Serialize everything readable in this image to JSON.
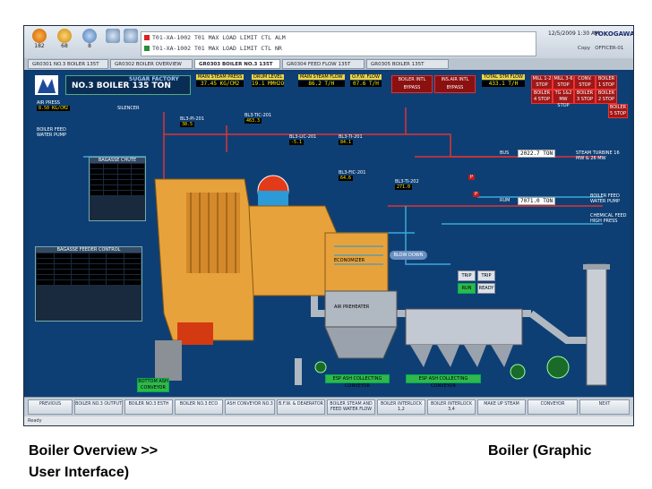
{
  "topbar": {
    "icons": [
      {
        "name": "alarm-lamp-icon",
        "count": "182"
      },
      {
        "name": "system-alarm-icon",
        "count": "68"
      },
      {
        "name": "message-icon",
        "count": "8"
      },
      {
        "name": "operator-guide-icon",
        "count": ""
      },
      {
        "name": "process-icon",
        "count": ""
      }
    ],
    "alarms": [
      "T01-XA-1002   T01 MAX LOAD LIMIT CTL   ALM",
      "T01-XA-1002   T01 MAX LOAD LIMIT CTL   NR"
    ],
    "clock": "12/5/2009 1:30 AM",
    "brand": "YOKOGAWA",
    "user_label": "Copy",
    "user": "OFFICER-01"
  },
  "tabs": [
    "GR0301 NO.3 BOILER 135T",
    "GR0302 BOILER OVERVIEW",
    "GR0303 BOILER NO.3 135T",
    "GR0304 FEED FLOW 135T",
    "GR0305 BOILER 135T"
  ],
  "header": {
    "title_line1": "SUGAR FACTORY",
    "title_line2": "NO.3 BOILER 135 TON",
    "measures": [
      {
        "label": "MAIN STEAM PRESS",
        "value": "37.45 KG/CM2"
      },
      {
        "label": "DRUM LEVEL",
        "value": "19.1 MMH2O"
      },
      {
        "label": "MAIN STEAM FLOW",
        "value": "86.2 T/H"
      },
      {
        "label": "O.F.W. FLOW",
        "value": "07.6 T/H"
      }
    ],
    "bypass": [
      "BOILER INTL BYPASS",
      "INS.AIR INTL BYPASS"
    ],
    "total_label": "TOTAL STM FLOW",
    "total_value": "433.1 T/H",
    "stops": [
      "MILL 1-2 STOP",
      "MILL 3-6 STOP",
      "CONV. STOP",
      "BOILER 1 STOP",
      "BOILER 2 STOP",
      "BOILER 3 STOP",
      "TG 1&2 MW STOP",
      "BOILER 4 STOP",
      "BOILER 5 STOP"
    ]
  },
  "left": {
    "air_press_label": "AIR PRESS",
    "air_press_value": "8.50 KG/CM2",
    "feed_pump": "BOILER FEED WATER PUMP",
    "bagasse_chute": "BAGASSE CHUTE",
    "feeder_control": "BAGASSE FEEDER CONTROL",
    "silencer": "SILENCER"
  },
  "tags": {
    "t1": "BL3-PI-201",
    "t1v": "38.5",
    "t2": "BL3-TIC-201",
    "t2v": "463.3",
    "t3": "BL3-LIC-201",
    "t3v": "-5.1",
    "t4": "BL3-TI-201",
    "t4v": "84.1",
    "t5": "BL3-FIC-201",
    "t5v": "64.6",
    "t6": "BL3-TI-202",
    "t6v": "271.0"
  },
  "right": {
    "bus_value": "2022.7 TON",
    "bus_label": "BUS",
    "rum_value": "7071.0 TON",
    "rum_label": "RUM",
    "steam_turbine": "STEAM TURBINE 16 MW & 26 MW",
    "boiler_feed": "BOILER FEED WATER PUMP",
    "chemical_feed": "CHEMICAL FEED HIGH PRESS",
    "blow_down": "BLOW DOWN",
    "economizer": "ECONOMIZER",
    "air_preheater": "AIR PREHEATER"
  },
  "buttons": {
    "trip": "TRIP",
    "trip2": "TRIP",
    "run": "RUN",
    "ready": "READY",
    "bottom_ash": "BOTTOM ASH CONVEYOR",
    "esp_ash": "ESP ASH COLLECTING CONVEYOR",
    "esp_ash2": "ESP ASH COLLECTING CONVEYOR"
  },
  "navbar": [
    "PREVIOUS",
    "BOILER NO.3 OUTPUT",
    "BOILER NO.3 ESTH",
    "BOILER NO.3 ECO",
    "ASH CONVEYOR NO.3",
    "B.F.W. & DEAERATOR",
    "BOILER STEAM AND FEED WATER FLOW",
    "BOILER INTERLOCK 1,2",
    "BOILER INTERLOCK 3,4",
    "MAKE UP STEAM",
    "CONVEYOR",
    "NEXT"
  ],
  "status": "Ready",
  "caption": {
    "left_line1": "Boiler Overview >>",
    "left_line2": "User Interface)",
    "right_line1": "Boiler (Graphic"
  },
  "colors": {
    "background": "#0e3f74",
    "furnace": "#e8a23c",
    "drum": "#e33b1a",
    "pipe": "#b0b8c2",
    "alarm_red": "#c31a1a",
    "run_green": "#2fb94a"
  }
}
